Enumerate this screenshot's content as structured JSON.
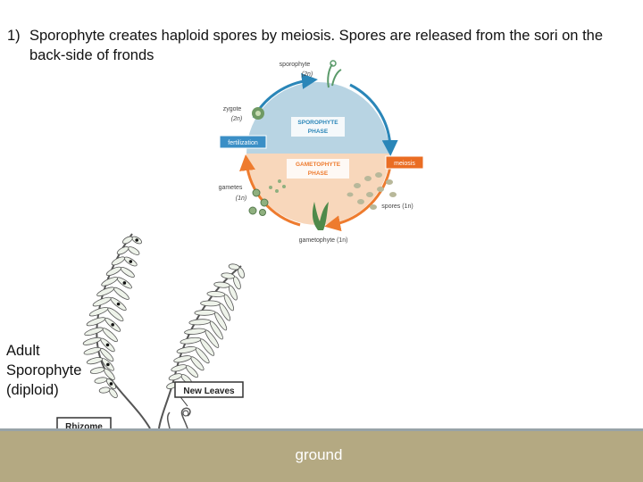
{
  "heading": {
    "number": "1)",
    "text": "Sporophyte creates haploid spores by meiosis.  Spores are released from the sori on the back-side of fronds"
  },
  "cycle": {
    "sporophyte": "sporophyte",
    "sporophyte_ploidy": "(2n)",
    "zygote": "zygote",
    "zygote_ploidy": "(2n)",
    "sporophyte_phase": [
      "SPOROPHYTE",
      "PHASE"
    ],
    "gametophyte_phase": [
      "GAMETOPHYTE",
      "PHASE"
    ],
    "fertilization": "fertilization",
    "meiosis": "meiosis",
    "gametes": "gametes",
    "gametes_ploidy": "(1n)",
    "spores": "spores (1n)",
    "gametophyte": "gametophyte (1n)"
  },
  "fern": {
    "adult_label": [
      "Adult",
      "Sporophyte",
      "(diploid)"
    ],
    "new_leaves": "New Leaves",
    "rhizome": "Rhizome"
  },
  "ground": {
    "label": "ground"
  },
  "colors": {
    "sporophyte_phase": "#b8d4e3",
    "gametophyte_phase": "#f8d7bb",
    "arrow_blue": "#2a86b8",
    "arrow_orange": "#ee7b2e",
    "fertilization_box": "#3b8fc6",
    "meiosis_box": "#ea6d23",
    "ground": "#b4a982"
  }
}
